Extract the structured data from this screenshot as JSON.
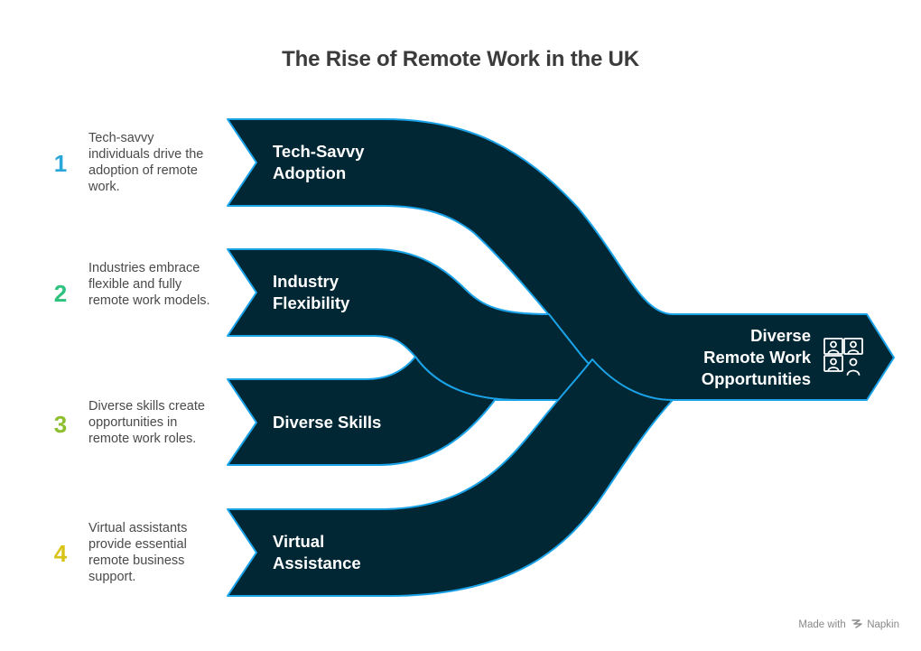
{
  "title": "The Rise of Remote Work in the UK",
  "colors": {
    "band_fill": "#022734",
    "band_stroke": "#1aa3e8",
    "num_1": "#29a7db",
    "num_2": "#2ec27e",
    "num_3": "#8dbe2e",
    "num_4": "#d8c317",
    "text": "#4a4a4a"
  },
  "items": [
    {
      "number": "1",
      "label_line1": "Tech-Savvy",
      "label_line2": "Adoption",
      "description": "Tech-savvy individuals drive the adoption of remote work."
    },
    {
      "number": "2",
      "label_line1": "Industry",
      "label_line2": "Flexibility",
      "description": "Industries embrace flexible and fully remote work models."
    },
    {
      "number": "3",
      "label_line1": "Diverse Skills",
      "label_line2": "",
      "description": "Diverse skills create opportunities in remote work roles."
    },
    {
      "number": "4",
      "label_line1": "Virtual",
      "label_line2": "Assistance",
      "description": "Virtual assistants provide essential remote business support."
    }
  ],
  "result": {
    "line1": "Diverse",
    "line2": "Remote Work",
    "line3": "Opportunities",
    "icon": "video-conference-icon"
  },
  "footer": {
    "made_with": "Made with",
    "brand": "Napkin",
    "icon": "napkin-logo-icon"
  }
}
